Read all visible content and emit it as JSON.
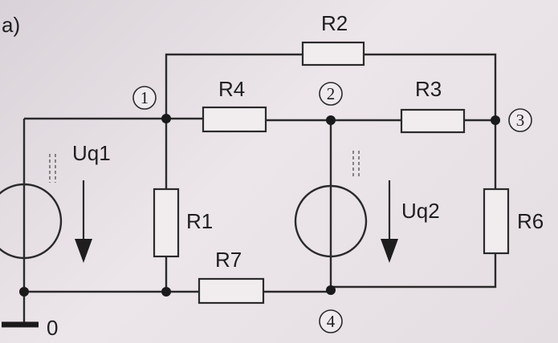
{
  "figure": {
    "panel_label": "a)",
    "components": {
      "r1": "R1",
      "r2": "R2",
      "r3": "R3",
      "r4": "R4",
      "r6": "R6",
      "r7": "R7",
      "uq1": "Uq1",
      "uq2": "Uq2"
    },
    "nodes": {
      "n0": "0",
      "n1": "1",
      "n2": "2",
      "n3": "3",
      "n4": "4"
    }
  }
}
